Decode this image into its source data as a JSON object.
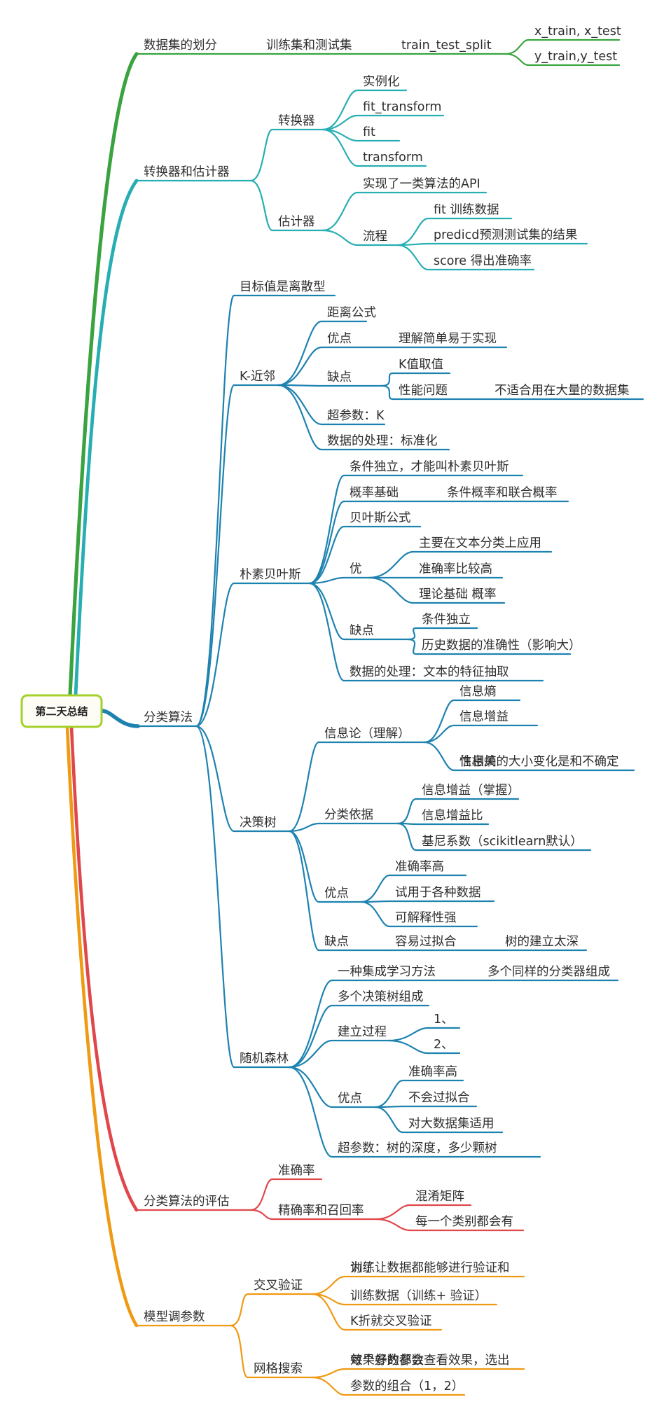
{
  "root": "第二天总结",
  "colors": {
    "root_border": "#a3d12b",
    "root_fill": "#fdfdf5",
    "branches": [
      "#3aa33f",
      "#27aeb3",
      "#1e82b0",
      "#e0474b",
      "#ef9a13"
    ]
  },
  "branches": [
    {
      "label": "数据集的划分",
      "children": [
        {
          "label": "训练集和测试集",
          "children": [
            {
              "label": "train_test_split",
              "children": [
                {
                  "label": "x_train, x_test"
                },
                {
                  "label": "y_train,y_test"
                }
              ]
            }
          ]
        }
      ]
    },
    {
      "label": "转换器和估计器",
      "children": [
        {
          "label": "转换器",
          "children": [
            {
              "label": "实例化"
            },
            {
              "label": "fit_transform"
            },
            {
              "label": "fit"
            },
            {
              "label": "transform"
            }
          ]
        },
        {
          "label": "估计器",
          "children": [
            {
              "label": "实现了一类算法的API"
            },
            {
              "label": "流程",
              "children": [
                {
                  "label": "fit   训练数据"
                },
                {
                  "label": "predicd预测测试集的结果"
                },
                {
                  "label": "score 得出准确率"
                }
              ]
            }
          ]
        }
      ]
    },
    {
      "label": "分类算法",
      "children": [
        {
          "label": "目标值是离散型"
        },
        {
          "label": "K-近邻",
          "children": [
            {
              "label": "距离公式"
            },
            {
              "label": "优点",
              "children": [
                {
                  "label": "理解简单易于实现"
                }
              ]
            },
            {
              "label": "缺点",
              "children": [
                {
                  "label": "K值取值"
                },
                {
                  "label": "性能问题",
                  "children": [
                    {
                      "label": "不适合用在大量的数据集"
                    }
                  ]
                }
              ]
            },
            {
              "label": "超参数：K"
            },
            {
              "label": "数据的处理：标准化"
            }
          ]
        },
        {
          "label": "朴素贝叶斯",
          "children": [
            {
              "label": "条件独立，才能叫朴素贝叶斯"
            },
            {
              "label": "概率基础",
              "children": [
                {
                  "label": "条件概率和联合概率"
                }
              ]
            },
            {
              "label": "贝叶斯公式"
            },
            {
              "label": "优",
              "children": [
                {
                  "label": "主要在文本分类上应用"
                },
                {
                  "label": "准确率比较高"
                },
                {
                  "label": "理论基础 概率"
                }
              ]
            },
            {
              "label": "缺点",
              "children": [
                {
                  "label": "条件独立"
                },
                {
                  "label": "历史数据的准确性（影响大）"
                }
              ]
            },
            {
              "label": "数据的处理：文本的特征抽取"
            }
          ]
        },
        {
          "label": "决策树",
          "children": [
            {
              "label": "信息论（理解）",
              "children": [
                {
                  "label": "信息熵"
                },
                {
                  "label": "信息增益"
                },
                {
                  "label": [
                    "信息熵的大小变化是和不确定",
                    "性相关"
                  ]
                }
              ]
            },
            {
              "label": "分类依据",
              "children": [
                {
                  "label": "信息增益（掌握）"
                },
                {
                  "label": "信息增益比"
                },
                {
                  "label": "基尼系数（scikitlearn默认）"
                }
              ]
            },
            {
              "label": "优点",
              "children": [
                {
                  "label": "准确率高"
                },
                {
                  "label": "试用于各种数据"
                },
                {
                  "label": "可解释性强"
                }
              ]
            },
            {
              "label": "缺点",
              "children": [
                {
                  "label": "容易过拟合",
                  "children": [
                    {
                      "label": "树的建立太深"
                    }
                  ]
                }
              ]
            }
          ]
        },
        {
          "label": "随机森林",
          "children": [
            {
              "label": "一种集成学习方法",
              "children": [
                {
                  "label": "多个同样的分类器组成"
                }
              ]
            },
            {
              "label": "多个决策树组成"
            },
            {
              "label": "建立过程",
              "children": [
                {
                  "label": "1、"
                },
                {
                  "label": "2、"
                }
              ]
            },
            {
              "label": "优点",
              "children": [
                {
                  "label": "准确率高"
                },
                {
                  "label": "不会过拟合"
                },
                {
                  "label": "对大数据集适用"
                }
              ]
            },
            {
              "label": "超参数：树的深度，多少颗树"
            }
          ]
        }
      ]
    },
    {
      "label": "分类算法的评估",
      "children": [
        {
          "label": "准确率"
        },
        {
          "label": "精确率和召回率",
          "children": [
            {
              "label": "混淆矩阵"
            },
            {
              "label": "每一个类别都会有"
            }
          ]
        }
      ]
    },
    {
      "label": "模型调参数",
      "children": [
        {
          "label": "交叉验证",
          "children": [
            {
              "label": [
                "为了让数据都能够进行验证和",
                "训练"
              ]
            },
            {
              "label": "训练数据（训练+ 验证）"
            },
            {
              "label": "K折就交叉验证"
            }
          ]
        },
        {
          "label": "网格搜索",
          "children": [
            {
              "label": [
                "每个参数都会查看效果，选出",
                "效果好的参数"
              ]
            },
            {
              "label": "参数的组合（1，2）"
            }
          ]
        }
      ]
    }
  ]
}
